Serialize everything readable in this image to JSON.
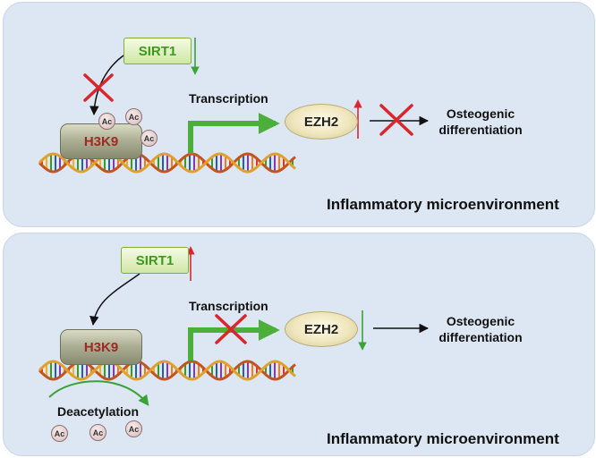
{
  "top": {
    "sirt": "SIRT1",
    "histone": "H3K9",
    "ac_marks": [
      "Ac",
      "Ac",
      "Ac"
    ],
    "transcription": "Transcription",
    "ezh2": "EZH2",
    "osteo_line1": "Osteogenic",
    "osteo_line2": "differentiation",
    "environment": "Inflammatory microenvironment"
  },
  "bottom": {
    "sirt": "SIRT1",
    "histone": "H3K9",
    "transcription": "Transcription",
    "ezh2": "EZH2",
    "osteo_line1": "Osteogenic",
    "osteo_line2": "differentiation",
    "deacetylation": "Deacetylation",
    "ac_marks": [
      "Ac",
      "Ac",
      "Ac"
    ],
    "environment": "Inflammatory microenvironment"
  },
  "colors": {
    "panel": "#dde6f3",
    "up_arrow": "#e0252a",
    "down_arrow": "#3aa335",
    "inhibit_cross": "#d8262c",
    "transcription_arrow": "#4caf3a"
  }
}
